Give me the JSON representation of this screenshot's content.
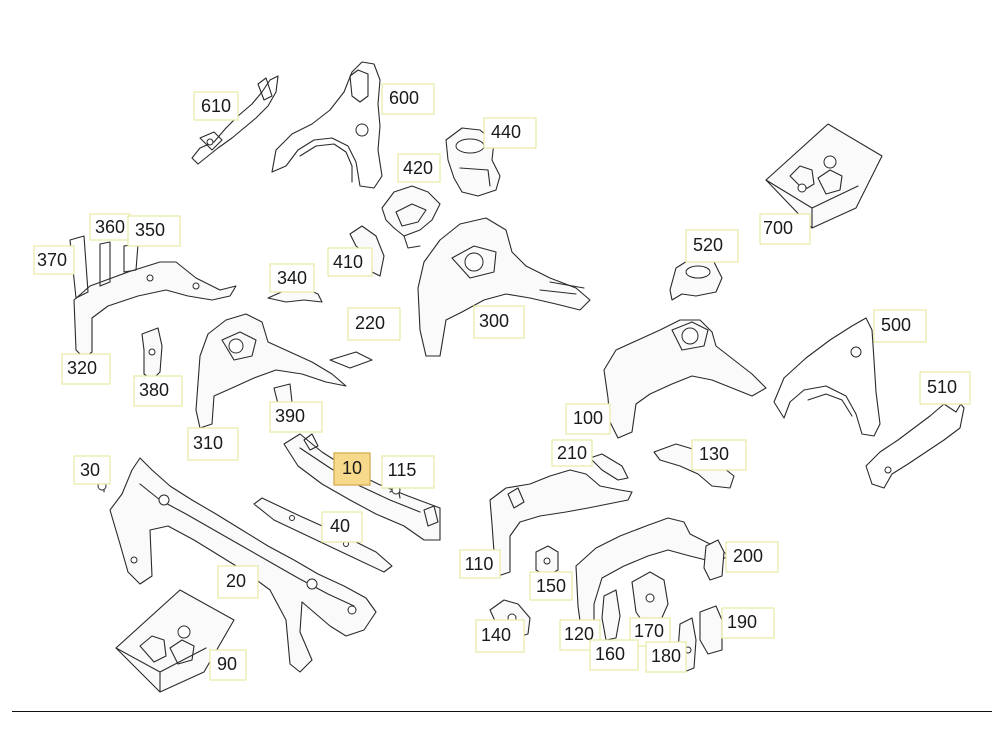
{
  "diagram": {
    "selected_callout": "10",
    "callouts": [
      {
        "id": "610",
        "label": "610"
      },
      {
        "id": "600",
        "label": "600"
      },
      {
        "id": "440",
        "label": "440"
      },
      {
        "id": "420",
        "label": "420"
      },
      {
        "id": "700",
        "label": "700"
      },
      {
        "id": "370",
        "label": "370"
      },
      {
        "id": "360",
        "label": "360"
      },
      {
        "id": "350",
        "label": "350"
      },
      {
        "id": "410",
        "label": "410"
      },
      {
        "id": "340",
        "label": "340"
      },
      {
        "id": "520",
        "label": "520"
      },
      {
        "id": "220",
        "label": "220"
      },
      {
        "id": "300",
        "label": "300"
      },
      {
        "id": "500",
        "label": "500"
      },
      {
        "id": "320",
        "label": "320"
      },
      {
        "id": "380",
        "label": "380"
      },
      {
        "id": "510",
        "label": "510"
      },
      {
        "id": "390",
        "label": "390"
      },
      {
        "id": "100",
        "label": "100"
      },
      {
        "id": "310",
        "label": "310"
      },
      {
        "id": "130",
        "label": "130"
      },
      {
        "id": "210",
        "label": "210"
      },
      {
        "id": "30",
        "label": "30"
      },
      {
        "id": "10",
        "label": "10"
      },
      {
        "id": "115",
        "label": "115"
      },
      {
        "id": "40",
        "label": "40"
      },
      {
        "id": "200",
        "label": "200"
      },
      {
        "id": "110",
        "label": "110"
      },
      {
        "id": "20",
        "label": "20"
      },
      {
        "id": "150",
        "label": "150"
      },
      {
        "id": "190",
        "label": "190"
      },
      {
        "id": "140",
        "label": "140"
      },
      {
        "id": "120",
        "label": "120"
      },
      {
        "id": "170",
        "label": "170"
      },
      {
        "id": "90",
        "label": "90"
      },
      {
        "id": "160",
        "label": "160"
      },
      {
        "id": "180",
        "label": "180"
      }
    ]
  }
}
